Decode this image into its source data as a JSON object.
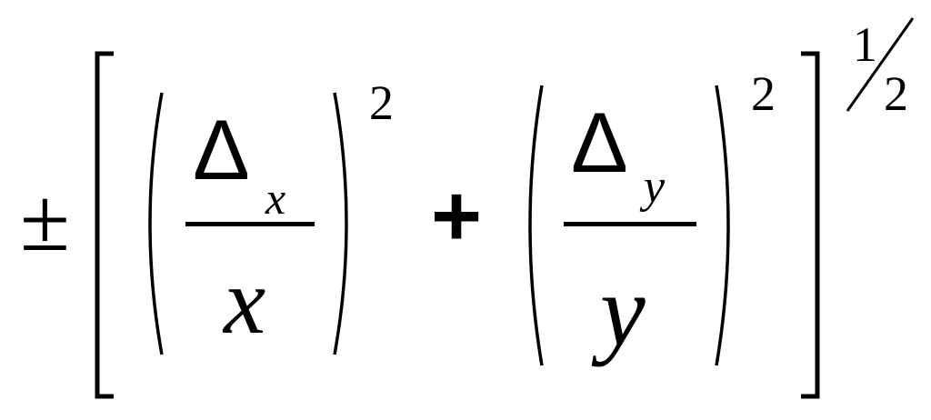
{
  "formula": {
    "sign": "±",
    "plus": "+",
    "term_x": {
      "numerator_symbol": "Δ",
      "numerator_subscript": "x",
      "denominator": "x",
      "power": "2"
    },
    "term_y": {
      "numerator_symbol": "Δ",
      "numerator_subscript": "y",
      "denominator": "y",
      "power": "2"
    },
    "outer_exponent": {
      "numerator": "1",
      "denominator": "2"
    }
  }
}
